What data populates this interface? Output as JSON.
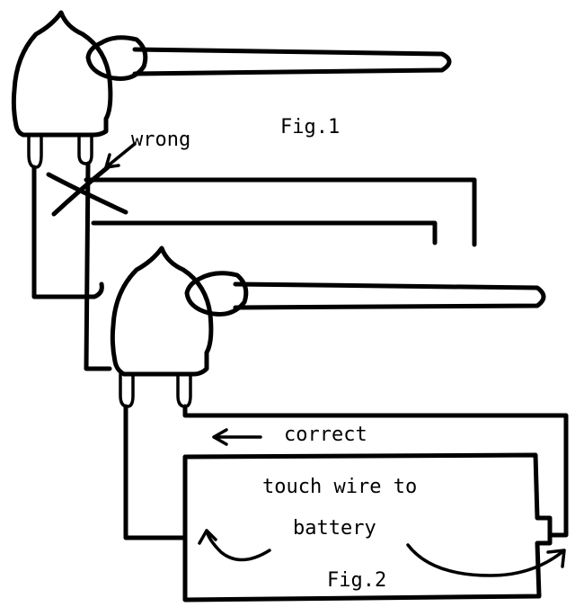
{
  "labels": {
    "fig1": "Fig.1",
    "wrong": "wrong",
    "correct": "correct",
    "instruction_line1": "touch wire to",
    "instruction_line2": "battery",
    "fig2": "Fig.2"
  }
}
